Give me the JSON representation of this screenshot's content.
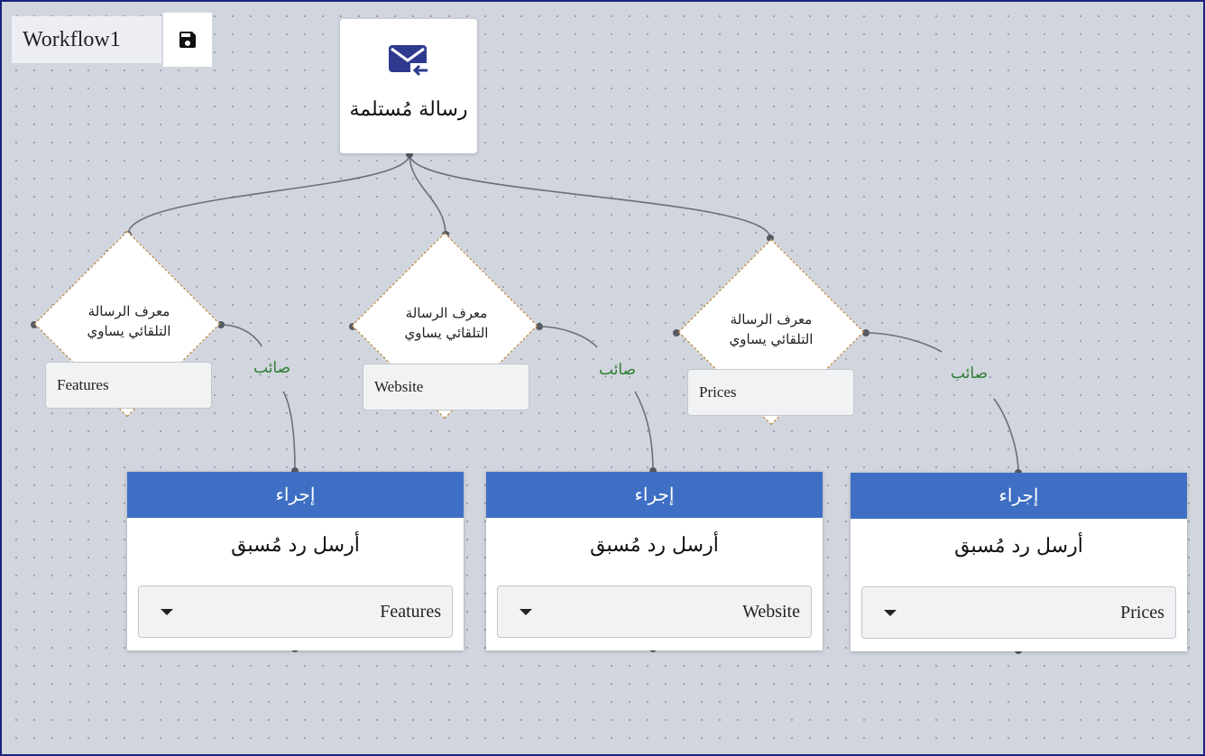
{
  "workflow": {
    "name": "Workflow1"
  },
  "toolbar": {
    "save_icon": "floppy-disk-icon"
  },
  "trigger": {
    "label": "رسالة مُستلمة",
    "icon": "mail-receive-icon",
    "icon_color": "#2f3a8f"
  },
  "conditions": [
    {
      "label_line1": "معرف الرسالة",
      "label_line2": "التلقائي يساوي",
      "value": "Features",
      "edge_label": "صائب"
    },
    {
      "label_line1": "معرف الرسالة",
      "label_line2": "التلقائي يساوي",
      "value": "Website",
      "edge_label": "صائب"
    },
    {
      "label_line1": "معرف الرسالة",
      "label_line2": "التلقائي يساوي",
      "value": "Prices",
      "edge_label": "صائب"
    }
  ],
  "actions": [
    {
      "header": "إجراء",
      "title": "أرسل رد مُسبق",
      "selected": "Features"
    },
    {
      "header": "إجراء",
      "title": "أرسل رد مُسبق",
      "selected": "Website"
    },
    {
      "header": "إجراء",
      "title": "أرسل رد مُسبق",
      "selected": "Prices"
    }
  ],
  "colors": {
    "action_header": "#3e6fc4",
    "edge_label": "#2e7d32",
    "condition_border": "#b07a2e",
    "canvas": "#d1d5de"
  }
}
